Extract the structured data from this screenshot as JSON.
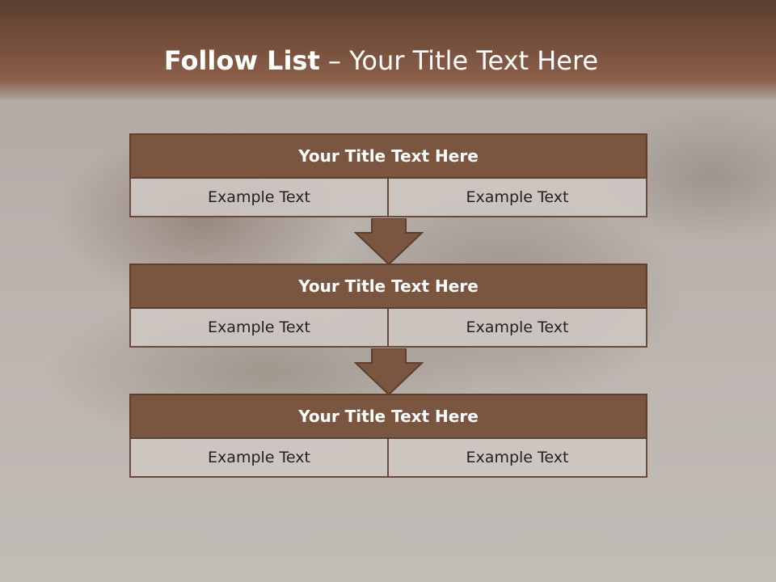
{
  "slide": {
    "title_strong": "Follow List",
    "title_rest": " – Your Title Text Here"
  },
  "blocks": [
    {
      "title": "Your Title Text Here",
      "items": [
        "Example Text",
        "Example Text"
      ]
    },
    {
      "title": "Your Title Text Here",
      "items": [
        "Example Text",
        "Example Text"
      ]
    },
    {
      "title": "Your Title Text Here",
      "items": [
        "Example Text",
        "Example Text"
      ]
    }
  ],
  "colors": {
    "header": "#7c5440",
    "block_title": "#7a5540",
    "arrow": "#7a5540",
    "cell": "#cdc6c1"
  }
}
